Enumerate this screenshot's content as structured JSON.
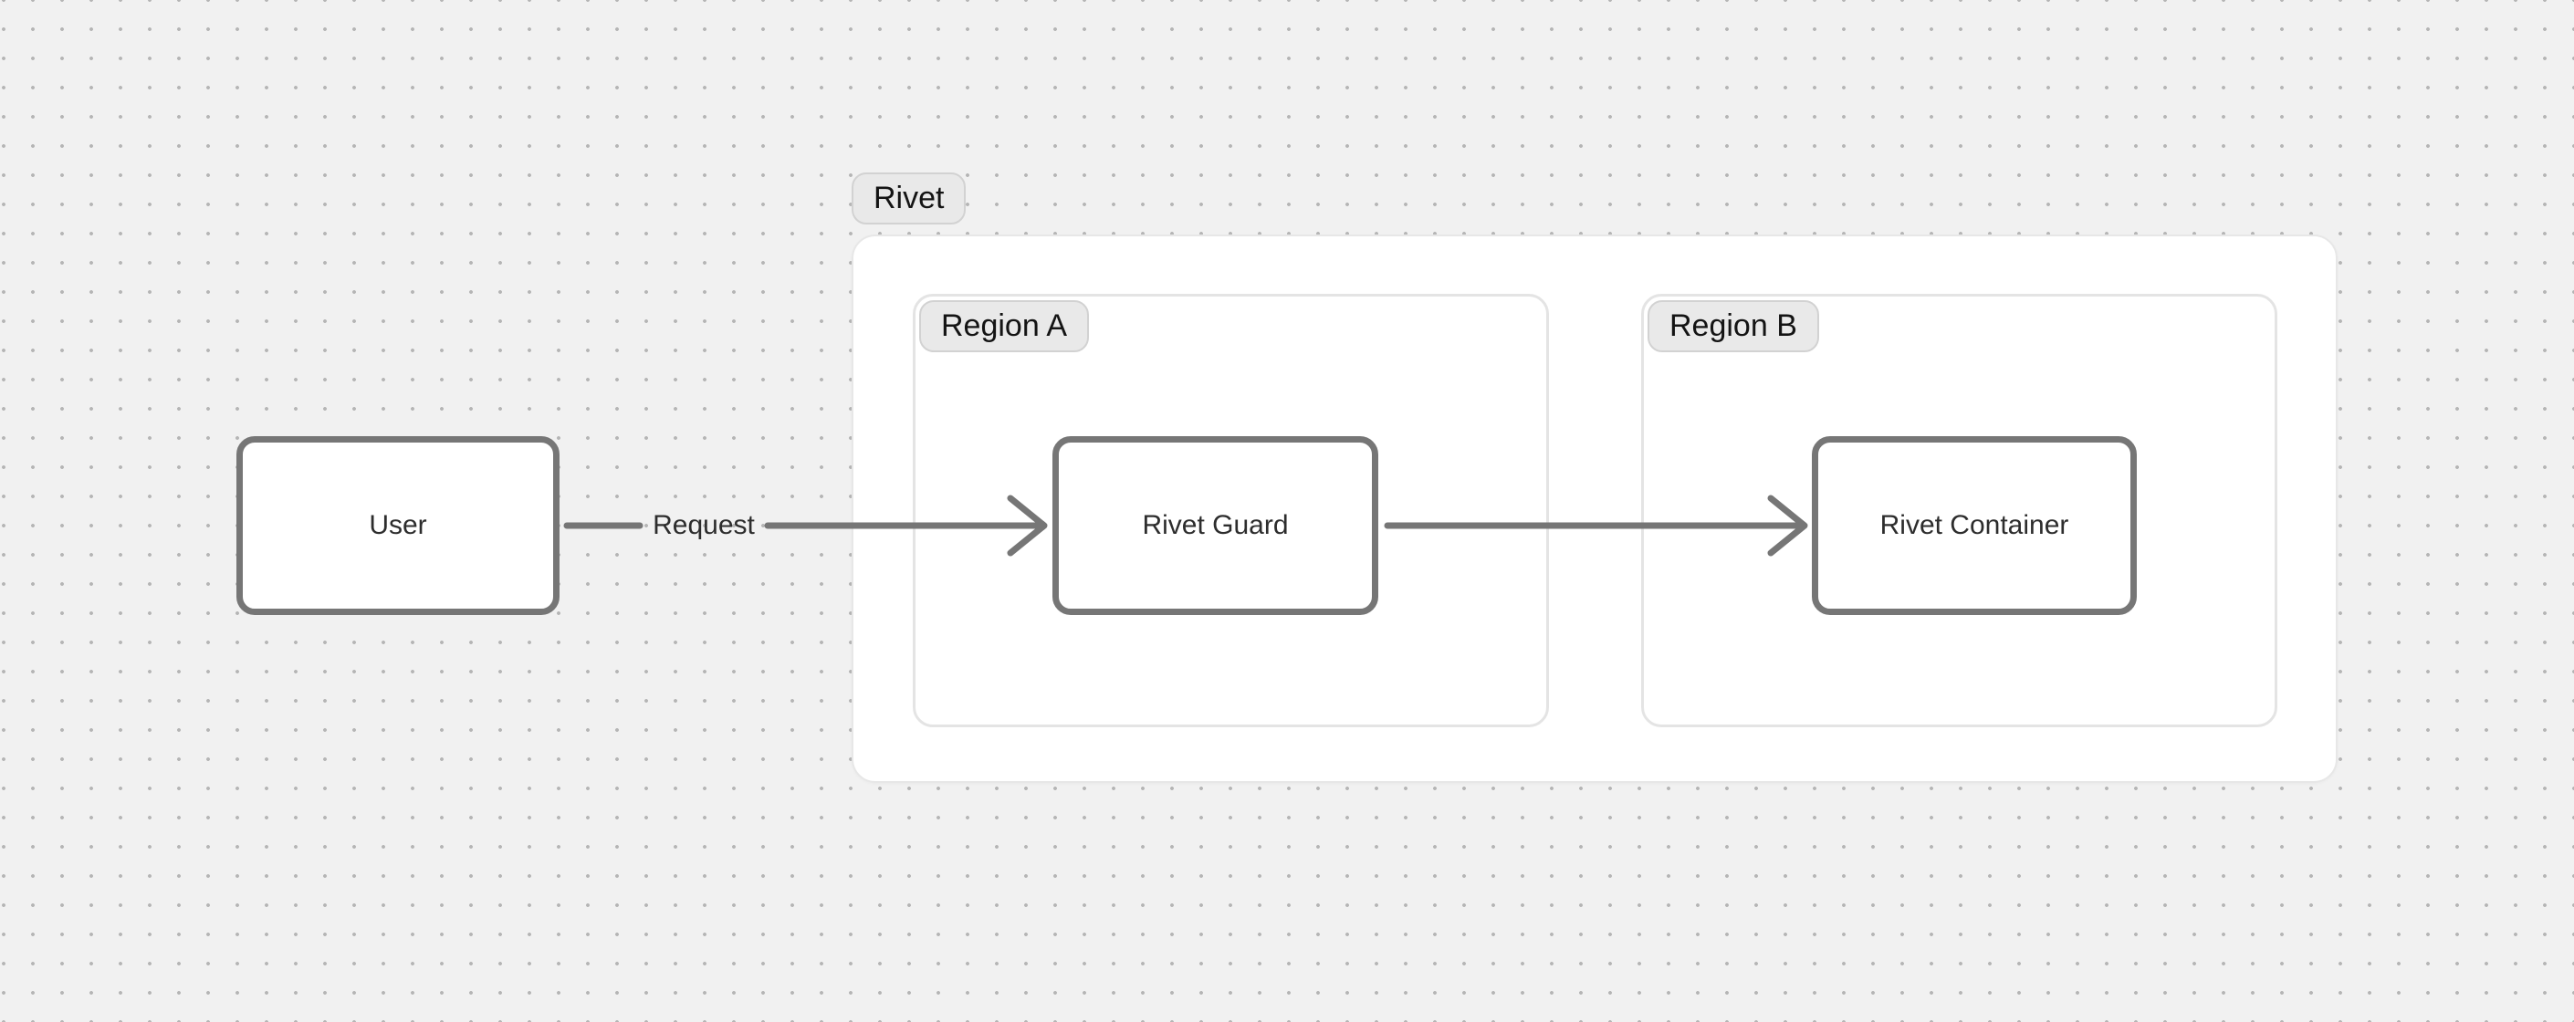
{
  "diagram": {
    "group": {
      "label": "Rivet"
    },
    "regions": [
      {
        "label": "Region A"
      },
      {
        "label": "Region B"
      }
    ],
    "nodes": [
      {
        "id": "user",
        "label": "User",
        "region": null
      },
      {
        "id": "rivet-guard",
        "label": "Rivet Guard",
        "region": "Region A"
      },
      {
        "id": "rivet-container",
        "label": "Rivet Container",
        "region": "Region B"
      }
    ],
    "edges": [
      {
        "from": "User",
        "to": "Rivet Guard",
        "label": "Request"
      },
      {
        "from": "Rivet Guard",
        "to": "Rivet Container",
        "label": ""
      }
    ],
    "colors": {
      "canvas_background": "#f1f1f1",
      "grid_dot": "#b5b5b5",
      "group_fill": "#ffffff",
      "group_border": "#e7e7e7",
      "region_border": "#e4e4e4",
      "badge_fill": "#e9e9e9",
      "badge_border": "#d2d2d2",
      "node_fill": "#ffffff",
      "node_border": "#767676",
      "arrow": "#767676",
      "text": "#2d2d2d"
    }
  }
}
